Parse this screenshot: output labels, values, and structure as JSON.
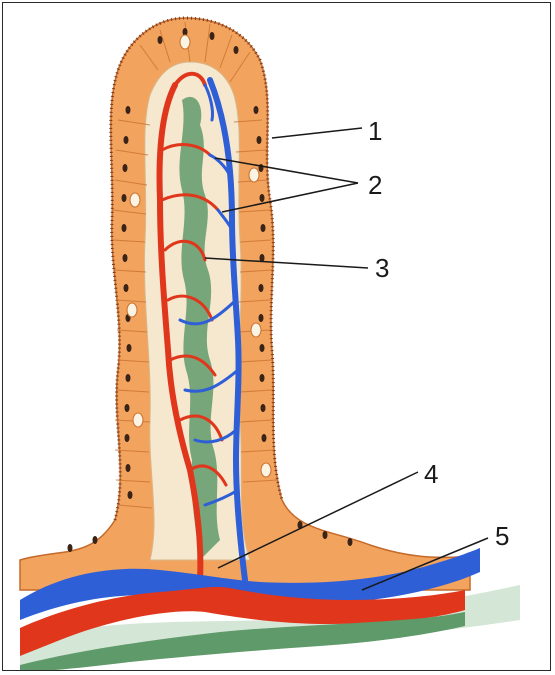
{
  "diagram": {
    "labels": [
      {
        "id": "1",
        "text": "1"
      },
      {
        "id": "2",
        "text": "2"
      },
      {
        "id": "3",
        "text": "3"
      },
      {
        "id": "4",
        "text": "4"
      },
      {
        "id": "5",
        "text": "5"
      }
    ],
    "colors": {
      "epithelium": "#f2a35e",
      "epithelium_dark": "#d87a36",
      "nucleus": "#3a2418",
      "lamina": "#f6e7cf",
      "artery": "#e0361c",
      "vein": "#2f5fd6",
      "lacteal": "#5f9a6a",
      "frame": "#2a2a2a"
    }
  }
}
